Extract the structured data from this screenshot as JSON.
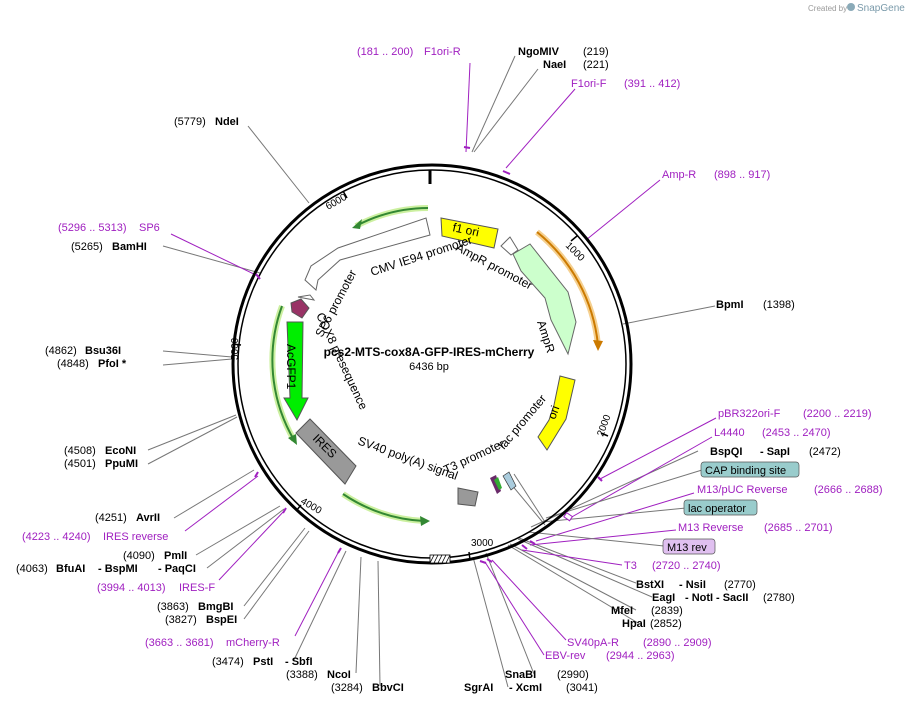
{
  "plasmid": {
    "name": "pcs2-MTS-cox8A-GFP-IRES-mCherry",
    "length_label": "6436 bp",
    "length": 6436
  },
  "branding": {
    "created_by": "Created by",
    "product": "SnapGene"
  },
  "ticks": [
    {
      "label": "1000",
      "bp": 1000
    },
    {
      "label": "2000",
      "bp": 2000
    },
    {
      "label": "3000",
      "bp": 3000
    },
    {
      "label": "4000",
      "bp": 4000
    },
    {
      "label": "5000",
      "bp": 5000
    },
    {
      "label": "6000",
      "bp": 6000
    }
  ],
  "features": [
    {
      "name": "f1 ori",
      "type": "origin",
      "color": "#ffff00"
    },
    {
      "name": "AmpR promoter",
      "type": "promoter",
      "color": "#ffffff"
    },
    {
      "name": "AmpR",
      "type": "cds",
      "color": "#ccffcc"
    },
    {
      "name": "ori",
      "type": "origin",
      "color": "#ffff00"
    },
    {
      "name": "lac promoter",
      "type": "promoter",
      "color": "#ffffff"
    },
    {
      "name": "T3 promoter",
      "type": "promoter",
      "color": "#ffffff"
    },
    {
      "name": "SV40 poly(A) signal",
      "type": "terminator",
      "color": "#999999"
    },
    {
      "name": "IRES",
      "type": "misc",
      "color": "#999999"
    },
    {
      "name": "AcGFP1",
      "type": "cds",
      "color": "#00ee00"
    },
    {
      "name": "COX8 presequence",
      "type": "signal",
      "color": "#993366"
    },
    {
      "name": "SP6 promoter",
      "type": "promoter",
      "color": "#ffffff"
    },
    {
      "name": "CMV IE94 promoter",
      "type": "promoter",
      "color": "#ffffff"
    }
  ],
  "sites": {
    "NgoMIV": {
      "name": "NgoMIV",
      "pos": "(219)"
    },
    "NaeI": {
      "name": "NaeI",
      "pos": "(221)"
    },
    "NdeI": {
      "name": "NdeI",
      "pos": "(5779)"
    },
    "BamHI": {
      "name": "BamHI",
      "pos": "(5265)"
    },
    "BpmI": {
      "name": "BpmI",
      "pos": "(1398)"
    },
    "Bsu36I": {
      "name": "Bsu36I",
      "pos": "(4862)"
    },
    "PfoI": {
      "name": "PfoI *",
      "pos": "(4848)"
    },
    "EcoNI": {
      "name": "EcoNI",
      "pos": "(4508)"
    },
    "PpuMI": {
      "name": "PpuMI",
      "pos": "(4501)"
    },
    "AvrII": {
      "name": "AvrII",
      "pos": "(4251)"
    },
    "PmlI": {
      "name": "PmlI",
      "pos": "(4090)"
    },
    "BfuAI": {
      "name": "BfuAI",
      "pos": "(4063)"
    },
    "BspMI": {
      "name": "- BspMI",
      "pos": ""
    },
    "PaqCI": {
      "name": "- PaqCI",
      "pos": ""
    },
    "BmgBI": {
      "name": "BmgBI",
      "pos": "(3863)"
    },
    "BspEI": {
      "name": "BspEI",
      "pos": "(3827)"
    },
    "PstI": {
      "name": "PstI",
      "pos": "(3474)"
    },
    "SbfI": {
      "name": "- SbfI",
      "pos": ""
    },
    "NcoI": {
      "name": "NcoI",
      "pos": "(3388)"
    },
    "BbvCI": {
      "name": "BbvCI",
      "pos": "(3284)"
    },
    "BspQI": {
      "name": "BspQI",
      "pos": "(2472)"
    },
    "SapI": {
      "name": "- SapI",
      "pos": ""
    },
    "BstXI": {
      "name": "BstXI",
      "pos": "(2770)"
    },
    "NsiI": {
      "name": "- NsiI",
      "pos": ""
    },
    "EagI": {
      "name": "EagI",
      "pos": "(2780)"
    },
    "NotI": {
      "name": "- NotI",
      "pos": ""
    },
    "SacII": {
      "name": "- SacII",
      "pos": ""
    },
    "MfeI": {
      "name": "MfeI",
      "pos": "(2839)"
    },
    "HpaI": {
      "name": "HpaI",
      "pos": "(2852)"
    },
    "SnaBI": {
      "name": "SnaBI",
      "pos": "(2990)"
    },
    "SgrAI": {
      "name": "SgrAI",
      "pos": "(3041)"
    },
    "XcmI": {
      "name": "- XcmI",
      "pos": ""
    }
  },
  "primers": {
    "F1oriR": {
      "name": "F1ori-R",
      "pos": "(181 .. 200)"
    },
    "F1oriF": {
      "name": "F1ori-F",
      "pos": "(391 .. 412)"
    },
    "AmpR": {
      "name": "Amp-R",
      "pos": "(898 .. 917)"
    },
    "SP6": {
      "name": "SP6",
      "pos": "(5296 .. 5313)"
    },
    "IRESrev": {
      "name": "IRES reverse",
      "pos": "(4223 .. 4240)"
    },
    "IRESF": {
      "name": "IRES-F",
      "pos": "(3994 .. 4013)"
    },
    "mCherryR": {
      "name": "mCherry-R",
      "pos": "(3663 .. 3681)"
    },
    "pBR322oriF": {
      "name": "pBR322ori-F",
      "pos": "(2200 .. 2219)"
    },
    "L4440": {
      "name": "L4440",
      "pos": "(2453 .. 2470)"
    },
    "M13pUC": {
      "name": "M13/pUC Reverse",
      "pos": "(2666 .. 2688)"
    },
    "M13rev": {
      "name": "M13 Reverse",
      "pos": "(2685 .. 2701)"
    },
    "T3": {
      "name": "T3",
      "pos": "(2720 .. 2740)"
    },
    "SV40pAR": {
      "name": "SV40pA-R",
      "pos": "(2890 .. 2909)"
    },
    "EBVrev": {
      "name": "EBV-rev",
      "pos": "(2944 .. 2963)"
    }
  },
  "boxed_labels": {
    "cap": {
      "name": "CAP binding site",
      "color": "#99cccc"
    },
    "lacop": {
      "name": "lac operator",
      "color": "#99cccc"
    },
    "m13rev": {
      "name": "M13 rev",
      "color": "#e0c0f0"
    }
  }
}
